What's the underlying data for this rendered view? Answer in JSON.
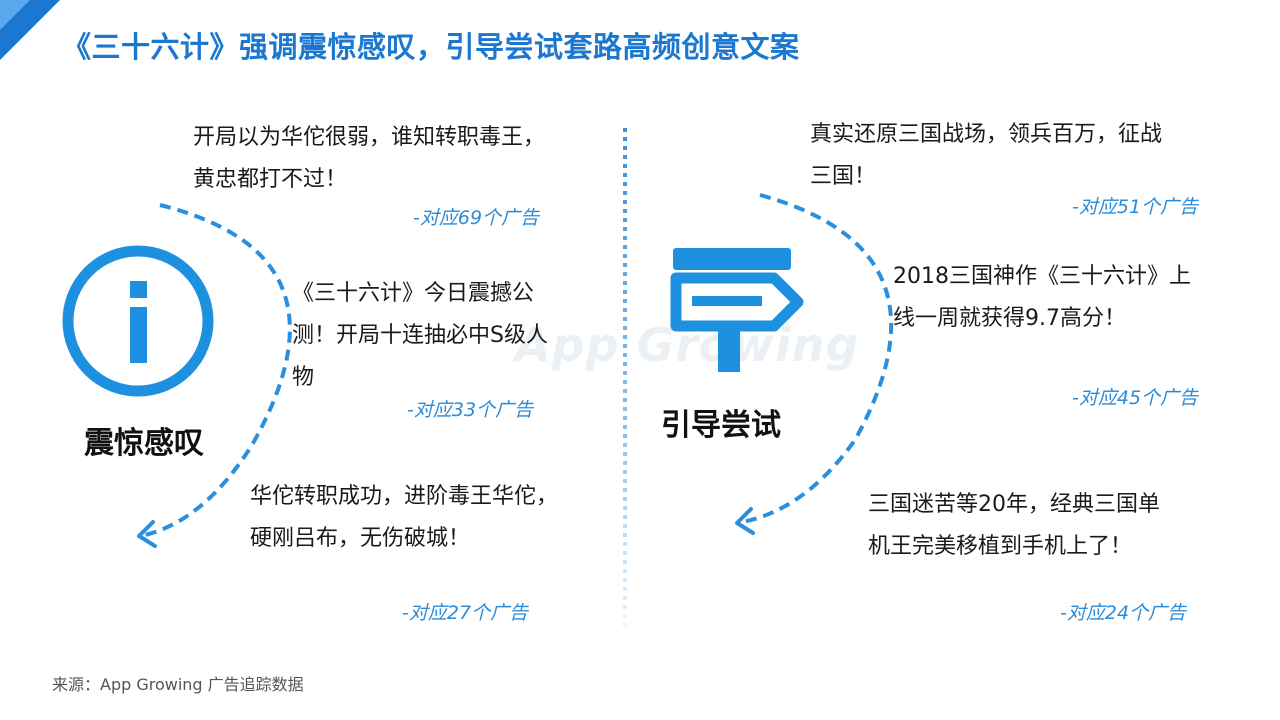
{
  "title": "《三十六计》强调震惊感叹，引导尝试套路高频创意文案",
  "watermark": "App Growing",
  "left": {
    "label": "震惊感叹",
    "icon": "info-icon",
    "items": [
      {
        "line1": "开局以为华佗很弱，谁知转职毒王，",
        "line2": "黄忠都打不过！",
        "line3": "",
        "count": "-对应69个广告"
      },
      {
        "line1": "《三十六计》今日震撼公",
        "line2": "测！开局十连抽必中S级人",
        "line3": "物",
        "count": "-对应33个广告"
      },
      {
        "line1": "华佗转职成功，进阶毒王华佗，",
        "line2": "硬刚吕布，无伤破城！",
        "line3": "",
        "count": "-对应27个广告"
      }
    ]
  },
  "right": {
    "label": "引导尝试",
    "icon": "signpost-icon",
    "items": [
      {
        "line1": "真实还原三国战场，领兵百万，征战",
        "line2": "三国！",
        "count": "-对应51个广告"
      },
      {
        "line1": "2018三国神作《三十六计》上",
        "line2": "线一周就获得9.7高分！",
        "count": "-对应45个广告"
      },
      {
        "line1": "三国迷苦等20年，经典三国单",
        "line2": "机王完美移植到手机上了！",
        "count": "-对应24个广告"
      }
    ]
  },
  "source": "来源：App Growing 广告追踪数据",
  "colors": {
    "accent": "#1b78d0",
    "icon": "#1e90e0",
    "count": "#2a8bd8",
    "arc": "#2a8fdc"
  }
}
